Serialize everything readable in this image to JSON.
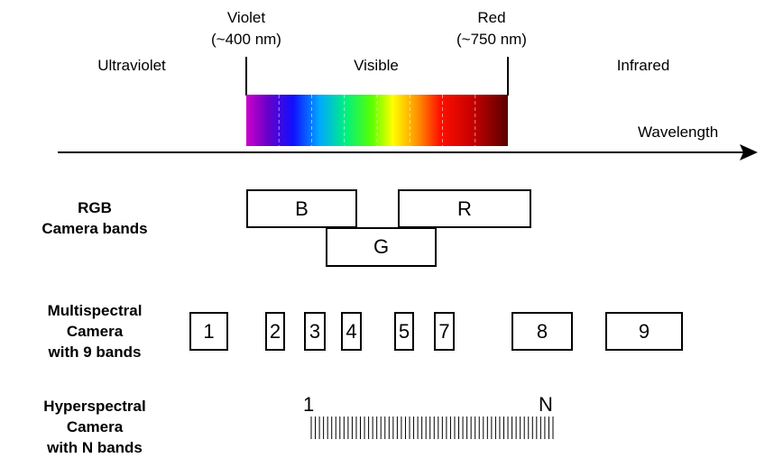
{
  "spectrum": {
    "violet_label": "Violet",
    "violet_wavelength": "(~400 nm)",
    "red_label": "Red",
    "red_wavelength": "(~750 nm)",
    "region_ultraviolet": "Ultraviolet",
    "region_visible": "Visible",
    "region_infrared": "Infrared",
    "axis_label": "Wavelength"
  },
  "rgb": {
    "label_line1": "RGB",
    "label_line2": "Camera bands",
    "bands": [
      "B",
      "R",
      "G"
    ]
  },
  "multispectral": {
    "label_line1": "Multispectral",
    "label_line2": "Camera",
    "label_line3": "with 9 bands",
    "bands": [
      "1",
      "2",
      "3",
      "4",
      "5",
      "7",
      "8",
      "9"
    ]
  },
  "hyperspectral": {
    "label_line1": "Hyperspectral",
    "label_line2": "Camera",
    "label_line3": "with N bands",
    "start_label": "1",
    "end_label": "N",
    "tick_count": 60
  },
  "colors": {
    "spectrum_stops": [
      "#ff00ff",
      "#6600cc",
      "#0000ff",
      "#00aaff",
      "#00ff88",
      "#44ff00",
      "#ffff00",
      "#ff8800",
      "#ff0000",
      "#cc0000",
      "#660000"
    ]
  }
}
